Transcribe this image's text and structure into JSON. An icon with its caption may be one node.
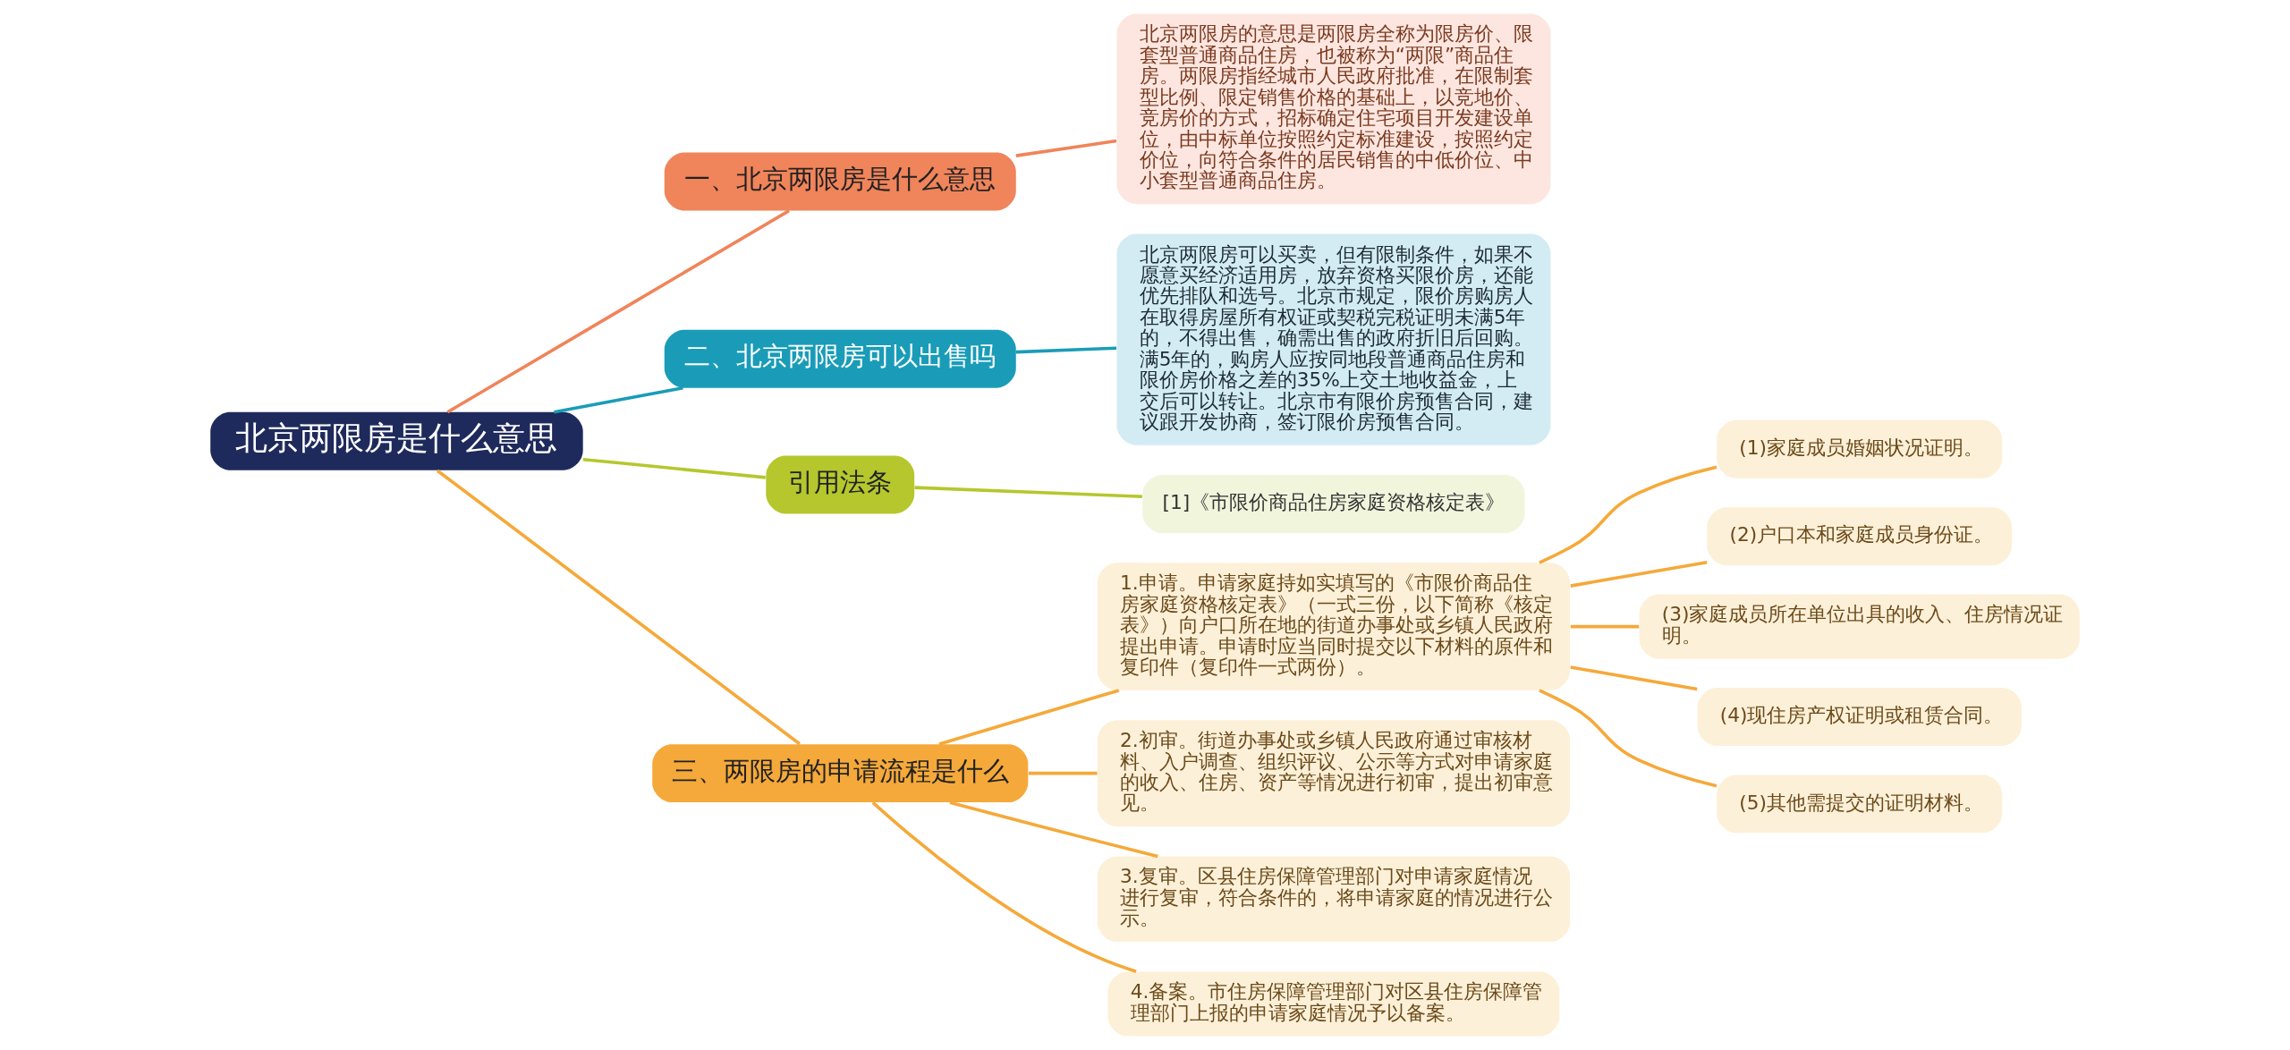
{
  "diagram": {
    "nodes": [
      {
        "text": [
          "北京两限房是什么意思"
        ]
      },
      {
        "text": [
          "一、北京两限房是什么意思"
        ]
      },
      {
        "text": [
          "北京两限房的意思是两限房全称为限房价、限套型普通商品住房，也被称为“两限”商品住房。两限房指经城市人民政府批准，在限制套型比例、限定销售价格的基础上，以竞地价、竞房价的方式，招标确定住宅项目开发建设单位，由中标单位按照约定标准建设，按照约定价位，向符合条件的居民销售的中低价位、中小套型普通商品住房。"
        ]
      },
      {
        "text": [
          "二、北京两限房可以出售吗"
        ]
      },
      {
        "text": [
          "北京两限房可以买卖，但有限制条件，如果不愿意买经济适用房，放弃资格买限价房，还能优先排队和选号。北京市规定，限价房购房人在取得房屋所有权证或契税完税证明未满5年的，不得出售，确需出售的政府折旧后回购。满5年的，购房人应按同地段普通商品住房和限价房价格之差的35%上交土地收益金，上交后可以转让。北京市有限价房预售合同，建议跟开发协商，签订限价房预售合同。"
        ]
      },
      {
        "text": [
          "引用法条"
        ]
      },
      {
        "text": [
          "[1]《市限价商品住房家庭资格核定表》"
        ]
      },
      {
        "text": [
          "三、两限房的申请流程是什么"
        ]
      },
      {
        "text": [
          "1.申请。申请家庭持如实填写的《市限价商品住房家庭资格核定表》（一式三份，以下简称《核定表》）向户口所在地的街道办事处或乡镇人民政府提出申请。申请时应当同时提交以下材料的原件和复印件（复印件一式两份）。"
        ]
      },
      {
        "text": [
          "(1)家庭成员婚姻状况证明。"
        ]
      },
      {
        "text": [
          "(2)户口本和家庭成员身份证。"
        ]
      },
      {
        "text": [
          "(3)家庭成员所在单位出具的收入、住房情况证明。"
        ]
      },
      {
        "text": [
          "(4)现住房产权证明或租赁合同。"
        ]
      },
      {
        "text": [
          "(5)其他需提交的证明材料。"
        ]
      },
      {
        "text": [
          "2.初审。街道办事处或乡镇人民政府通过审核材料、入户调查、组织评议、公示等方式对申请家庭的收入、住房、资产等情况进行初审，提出初审意见。"
        ]
      },
      {
        "text": [
          "3.复审。区县住房保障管理部门对申请家庭情况进行复审，符合条件的，将申请家庭的情况进行公示。"
        ]
      },
      {
        "text": [
          "4.备案。市住房保障管理部门对区县住房保障管理部门上报的申请家庭情况予以备案。"
        ]
      }
    ],
    "edges": [
      {
        "from": 0,
        "to": 1,
        "arrow": "none",
        "color": "#f0845a"
      },
      {
        "from": 1,
        "to": 2,
        "arrow": "none",
        "color": "#f0845a"
      },
      {
        "from": 0,
        "to": 3,
        "arrow": "none",
        "color": "#1a9cb8"
      },
      {
        "from": 3,
        "to": 4,
        "arrow": "none",
        "color": "#1a9cb8"
      },
      {
        "from": 0,
        "to": 5,
        "arrow": "none",
        "color": "#b5c72d"
      },
      {
        "from": 5,
        "to": 6,
        "arrow": "none",
        "color": "#b5c72d"
      },
      {
        "from": 0,
        "to": 7,
        "arrow": "none"
      },
      {
        "from": 7,
        "to": 8,
        "arrow": "none"
      },
      {
        "from": 8,
        "to": 9,
        "arrow": "none"
      },
      {
        "from": 8,
        "to": 10,
        "arrow": "none"
      },
      {
        "from": 8,
        "to": 11,
        "arrow": "none"
      },
      {
        "from": 8,
        "to": 12,
        "arrow": "none"
      },
      {
        "from": 8,
        "to": 13,
        "arrow": "none"
      },
      {
        "from": 7,
        "to": 14,
        "arrow": "none"
      },
      {
        "from": 7,
        "to": 15,
        "arrow": "none"
      },
      {
        "from": 7,
        "to": 16,
        "arrow": "none"
      }
    ]
  }
}
